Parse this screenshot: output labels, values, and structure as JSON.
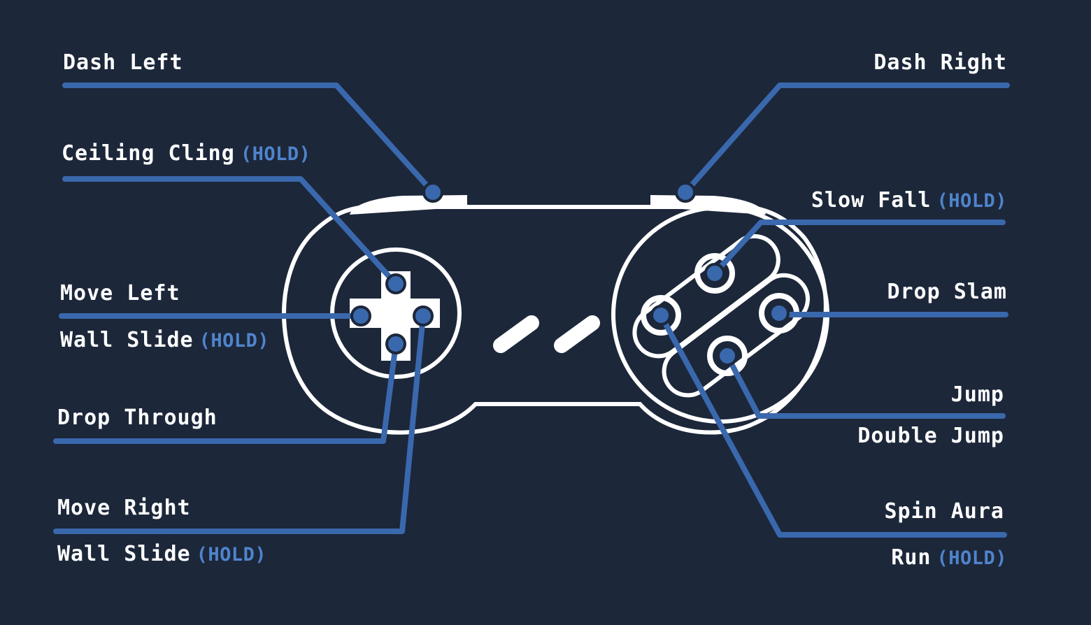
{
  "colors": {
    "background": "#1c273a",
    "outline": "#ffffff",
    "line": "#3a68ad",
    "hold": "#4f84cc"
  },
  "hold_tag": "(HOLD)",
  "left": {
    "dash_left": "Dash Left",
    "ceiling_cling": "Ceiling Cling",
    "move_left": "Move Left",
    "wall_slide_1": "Wall Slide",
    "drop_through": "Drop Through",
    "move_right": "Move Right",
    "wall_slide_2": "Wall Slide"
  },
  "right": {
    "dash_right": "Dash Right",
    "slow_fall": "Slow Fall",
    "drop_slam": "Drop Slam",
    "jump": "Jump",
    "double_jump": "Double Jump",
    "spin_aura": "Spin Aura",
    "run": "Run"
  }
}
